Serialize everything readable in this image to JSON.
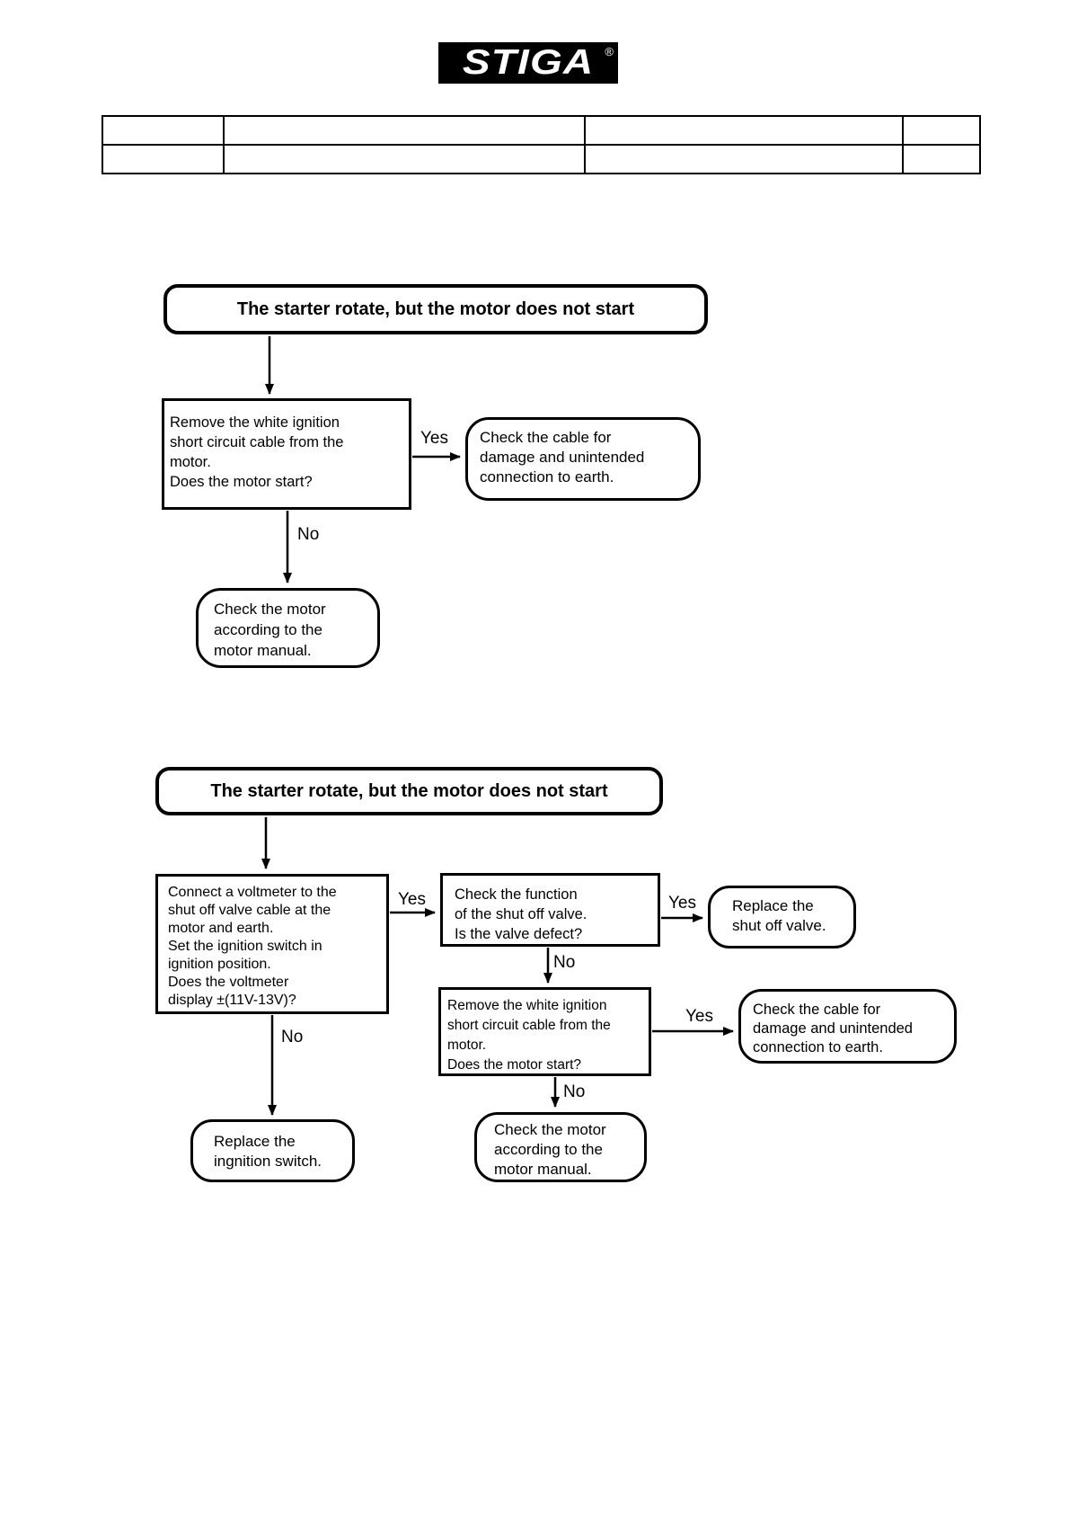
{
  "page": {
    "paper_color": "#ffffff",
    "ink_color": "#000000"
  },
  "logo": {
    "brand": "STIGA",
    "registered_mark": "®",
    "bg": "#000000",
    "fg": "#ffffff"
  },
  "header_table": {
    "rows": [
      {
        "cells": [
          "",
          "",
          "",
          ""
        ]
      },
      {
        "cells": [
          "",
          "",
          "",
          ""
        ]
      }
    ]
  },
  "labels": {
    "yes": "Yes",
    "no": "No"
  },
  "flowchart1": {
    "title": "The starter rotate, but the motor does not start",
    "question_remove_cable": "Remove the white ignition\nshort circuit cable from the\nmotor.\nDoes the motor start?",
    "result_check_cable": "Check the cable for\ndamage and unintended\nconnection to earth.",
    "result_check_motor": "Check the motor\naccording to the\nmotor manual."
  },
  "flowchart2": {
    "title": "The starter rotate, but the motor does not start",
    "question_voltmeter": "Connect a voltmeter to the\nshut off valve cable at the\nmotor and earth.\nSet the ignition switch in\nignition position.\nDoes the voltmeter\ndisplay ±(11V-13V)?",
    "question_valve": "Check the function\nof the shut off valve.\nIs the valve defect?",
    "result_replace_valve": "Replace the\nshut off valve.",
    "question_remove_cable": "Remove the white ignition\nshort circuit cable from the\nmotor.\nDoes the motor start?",
    "result_check_cable": "Check the cable for\ndamage and unintended\nconnection to earth.",
    "result_check_motor": "Check the motor\naccording to the\nmotor manual.",
    "result_replace_switch": "Replace the\ningnition switch."
  }
}
